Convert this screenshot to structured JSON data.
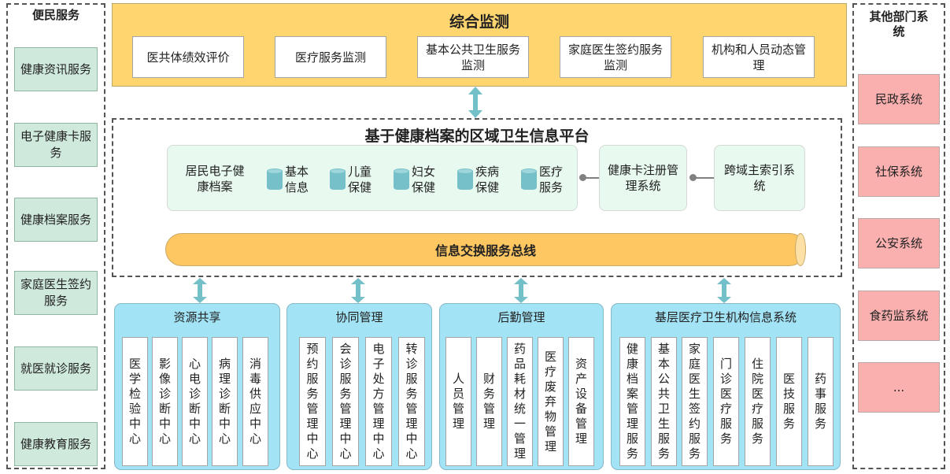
{
  "left_panel": {
    "title": "便民服务",
    "items": [
      {
        "label": "健康资讯服务"
      },
      {
        "label": "电子健康卡服务"
      },
      {
        "label": "健康档案服务"
      },
      {
        "label": "家庭医生签约服务"
      },
      {
        "label": "就医就诊服务"
      },
      {
        "label": "健康教育服务"
      }
    ]
  },
  "monitoring": {
    "title": "综合监测",
    "items": [
      {
        "label": "医共体绩效评价"
      },
      {
        "label": "医疗服务监测"
      },
      {
        "label": "基本公共卫生服务监测"
      },
      {
        "label": "家庭医生签约服务监测"
      },
      {
        "label": "机构和人员动态管理"
      }
    ]
  },
  "platform": {
    "title": "基于健康档案的区域卫生信息平台",
    "ehr_label": "居民电子健康档案",
    "databases": [
      {
        "label": "基本信息",
        "icon": "database-icon"
      },
      {
        "label": "儿童保健",
        "icon": "database-icon"
      },
      {
        "label": "妇女保健",
        "icon": "database-icon"
      },
      {
        "label": "疾病保健",
        "icon": "database-icon"
      },
      {
        "label": "医疗服务",
        "icon": "database-icon"
      }
    ],
    "card_system": "健康卡注册管理系统",
    "mpi_system": "跨域主索引系统",
    "bus": "信息交换服务总线"
  },
  "groups": [
    {
      "title": "资源共享",
      "items": [
        "医学检验中心",
        "影像诊断中心",
        "心电诊断中心",
        "病理诊断中心",
        "消毒供应中心"
      ]
    },
    {
      "title": "协同管理",
      "items": [
        "预约服务管理中心",
        "会诊服务管理中心",
        "电子处方管理中心",
        "转诊服务管理中心"
      ]
    },
    {
      "title": "后勤管理",
      "items": [
        "人员管理",
        "财务管理",
        "药品耗材统一管理",
        "医疗废弃物管理",
        "资产设备管理"
      ]
    },
    {
      "title": "基层医疗卫生机构信息系统",
      "items": [
        "健康档案管理服务",
        "基本公共卫生服务",
        "家庭医生签约服务",
        "门诊医疗服务",
        "住院医疗服务",
        "医技服务",
        "药事服务"
      ]
    }
  ],
  "right_panel": {
    "title": "其他部门系统",
    "items": [
      {
        "label": "民政系统"
      },
      {
        "label": "社保系统"
      },
      {
        "label": "公安系统"
      },
      {
        "label": "食药监系统"
      },
      {
        "label": "..."
      }
    ]
  },
  "colors": {
    "monitor_bg": "#fed56e",
    "bus_bg": "#fec762",
    "left_item_bg": "#cfe9dc",
    "right_item_bg": "#fbb0b0",
    "group_bg": "#a2e3f6",
    "arrow": "#74c0c8",
    "ehr_bg": "#e8f9ef"
  }
}
